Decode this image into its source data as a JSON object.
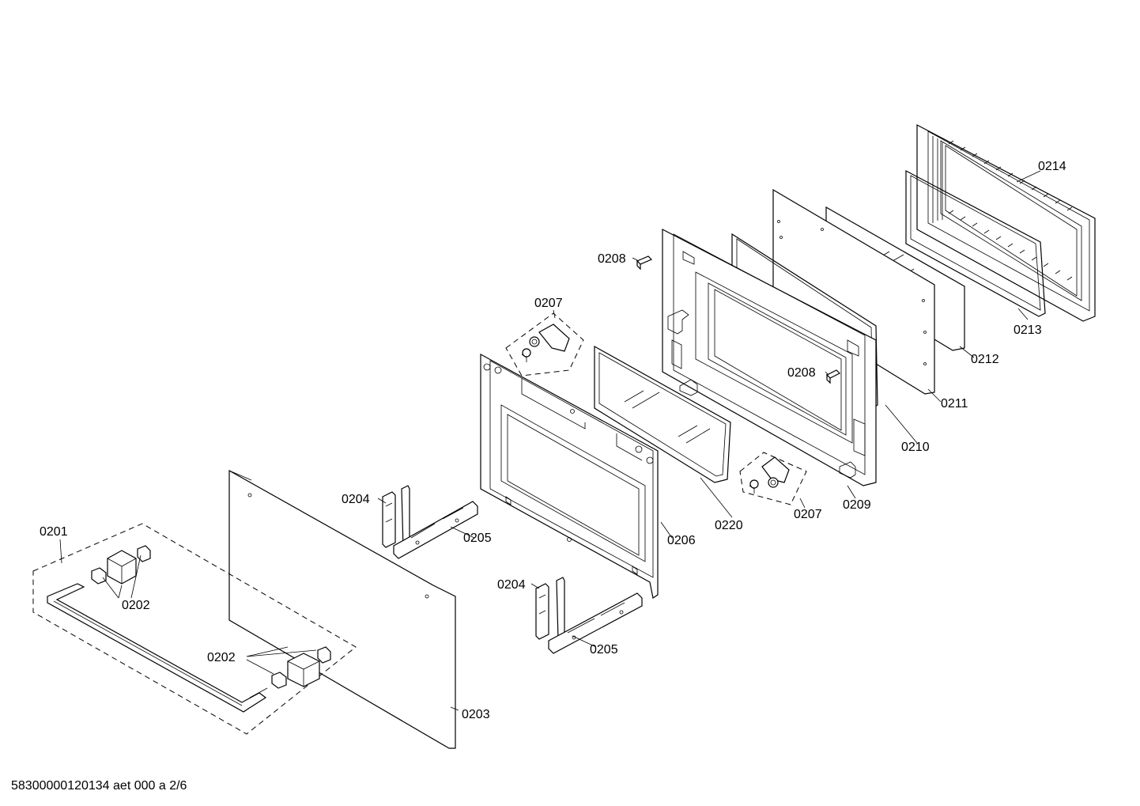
{
  "labels": {
    "l0201": "0201",
    "l0202a": "0202",
    "l0202b": "0202",
    "l0203": "0203",
    "l0204a": "0204",
    "l0204b": "0204",
    "l0205a": "0205",
    "l0205b": "0205",
    "l0206": "0206",
    "l0207a": "0207",
    "l0207b": "0207",
    "l0208a": "0208",
    "l0208b": "0208",
    "l0209": "0209",
    "l0210": "0210",
    "l0211": "0211",
    "l0212": "0212",
    "l0213": "0213",
    "l0214": "0214",
    "l0220": "0220"
  },
  "footer": "58300000120134 aet 000 a 2/6"
}
